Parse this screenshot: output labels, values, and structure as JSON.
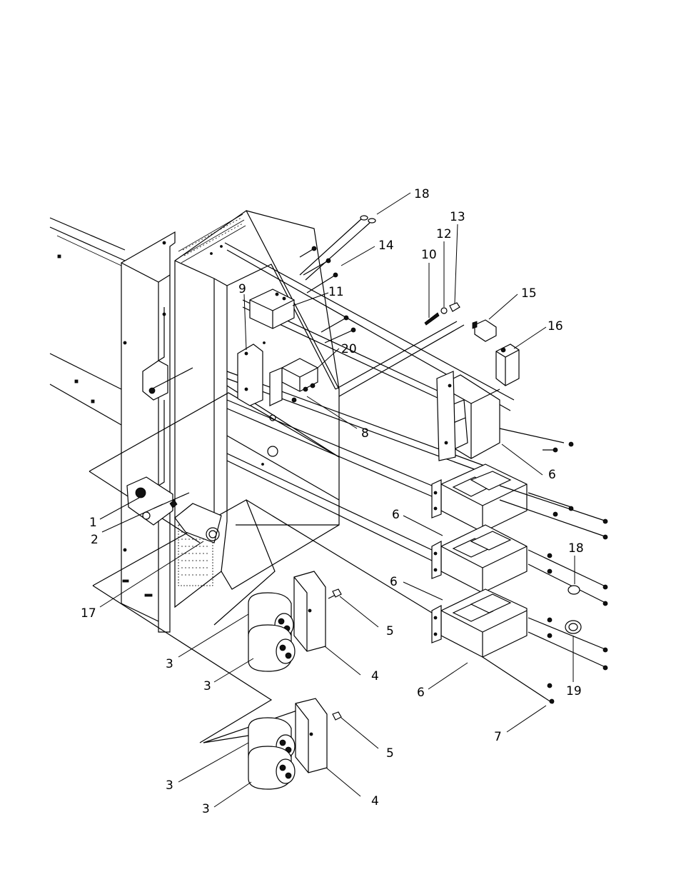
{
  "callouts": [
    {
      "id": "c1",
      "text": "1"
    },
    {
      "id": "c2",
      "text": "2"
    },
    {
      "id": "c3a",
      "text": "3"
    },
    {
      "id": "c3b",
      "text": "3"
    },
    {
      "id": "c3c",
      "text": "3"
    },
    {
      "id": "c3d",
      "text": "3"
    },
    {
      "id": "c4a",
      "text": "4"
    },
    {
      "id": "c4b",
      "text": "4"
    },
    {
      "id": "c5a",
      "text": "5"
    },
    {
      "id": "c5b",
      "text": "5"
    },
    {
      "id": "c6a",
      "text": "6"
    },
    {
      "id": "c6b",
      "text": "6"
    },
    {
      "id": "c6c",
      "text": "6"
    },
    {
      "id": "c6d",
      "text": "6"
    },
    {
      "id": "c7",
      "text": "7"
    },
    {
      "id": "c8",
      "text": "8"
    },
    {
      "id": "c9",
      "text": "9"
    },
    {
      "id": "c10",
      "text": "10"
    },
    {
      "id": "c11",
      "text": "11"
    },
    {
      "id": "c12",
      "text": "12"
    },
    {
      "id": "c13",
      "text": "13"
    },
    {
      "id": "c14",
      "text": "14"
    },
    {
      "id": "c15",
      "text": "15"
    },
    {
      "id": "c16",
      "text": "16"
    },
    {
      "id": "c17",
      "text": "17"
    },
    {
      "id": "c18a",
      "text": "18"
    },
    {
      "id": "c18b",
      "text": "18"
    },
    {
      "id": "c19",
      "text": "19"
    },
    {
      "id": "c20",
      "text": "20"
    }
  ]
}
